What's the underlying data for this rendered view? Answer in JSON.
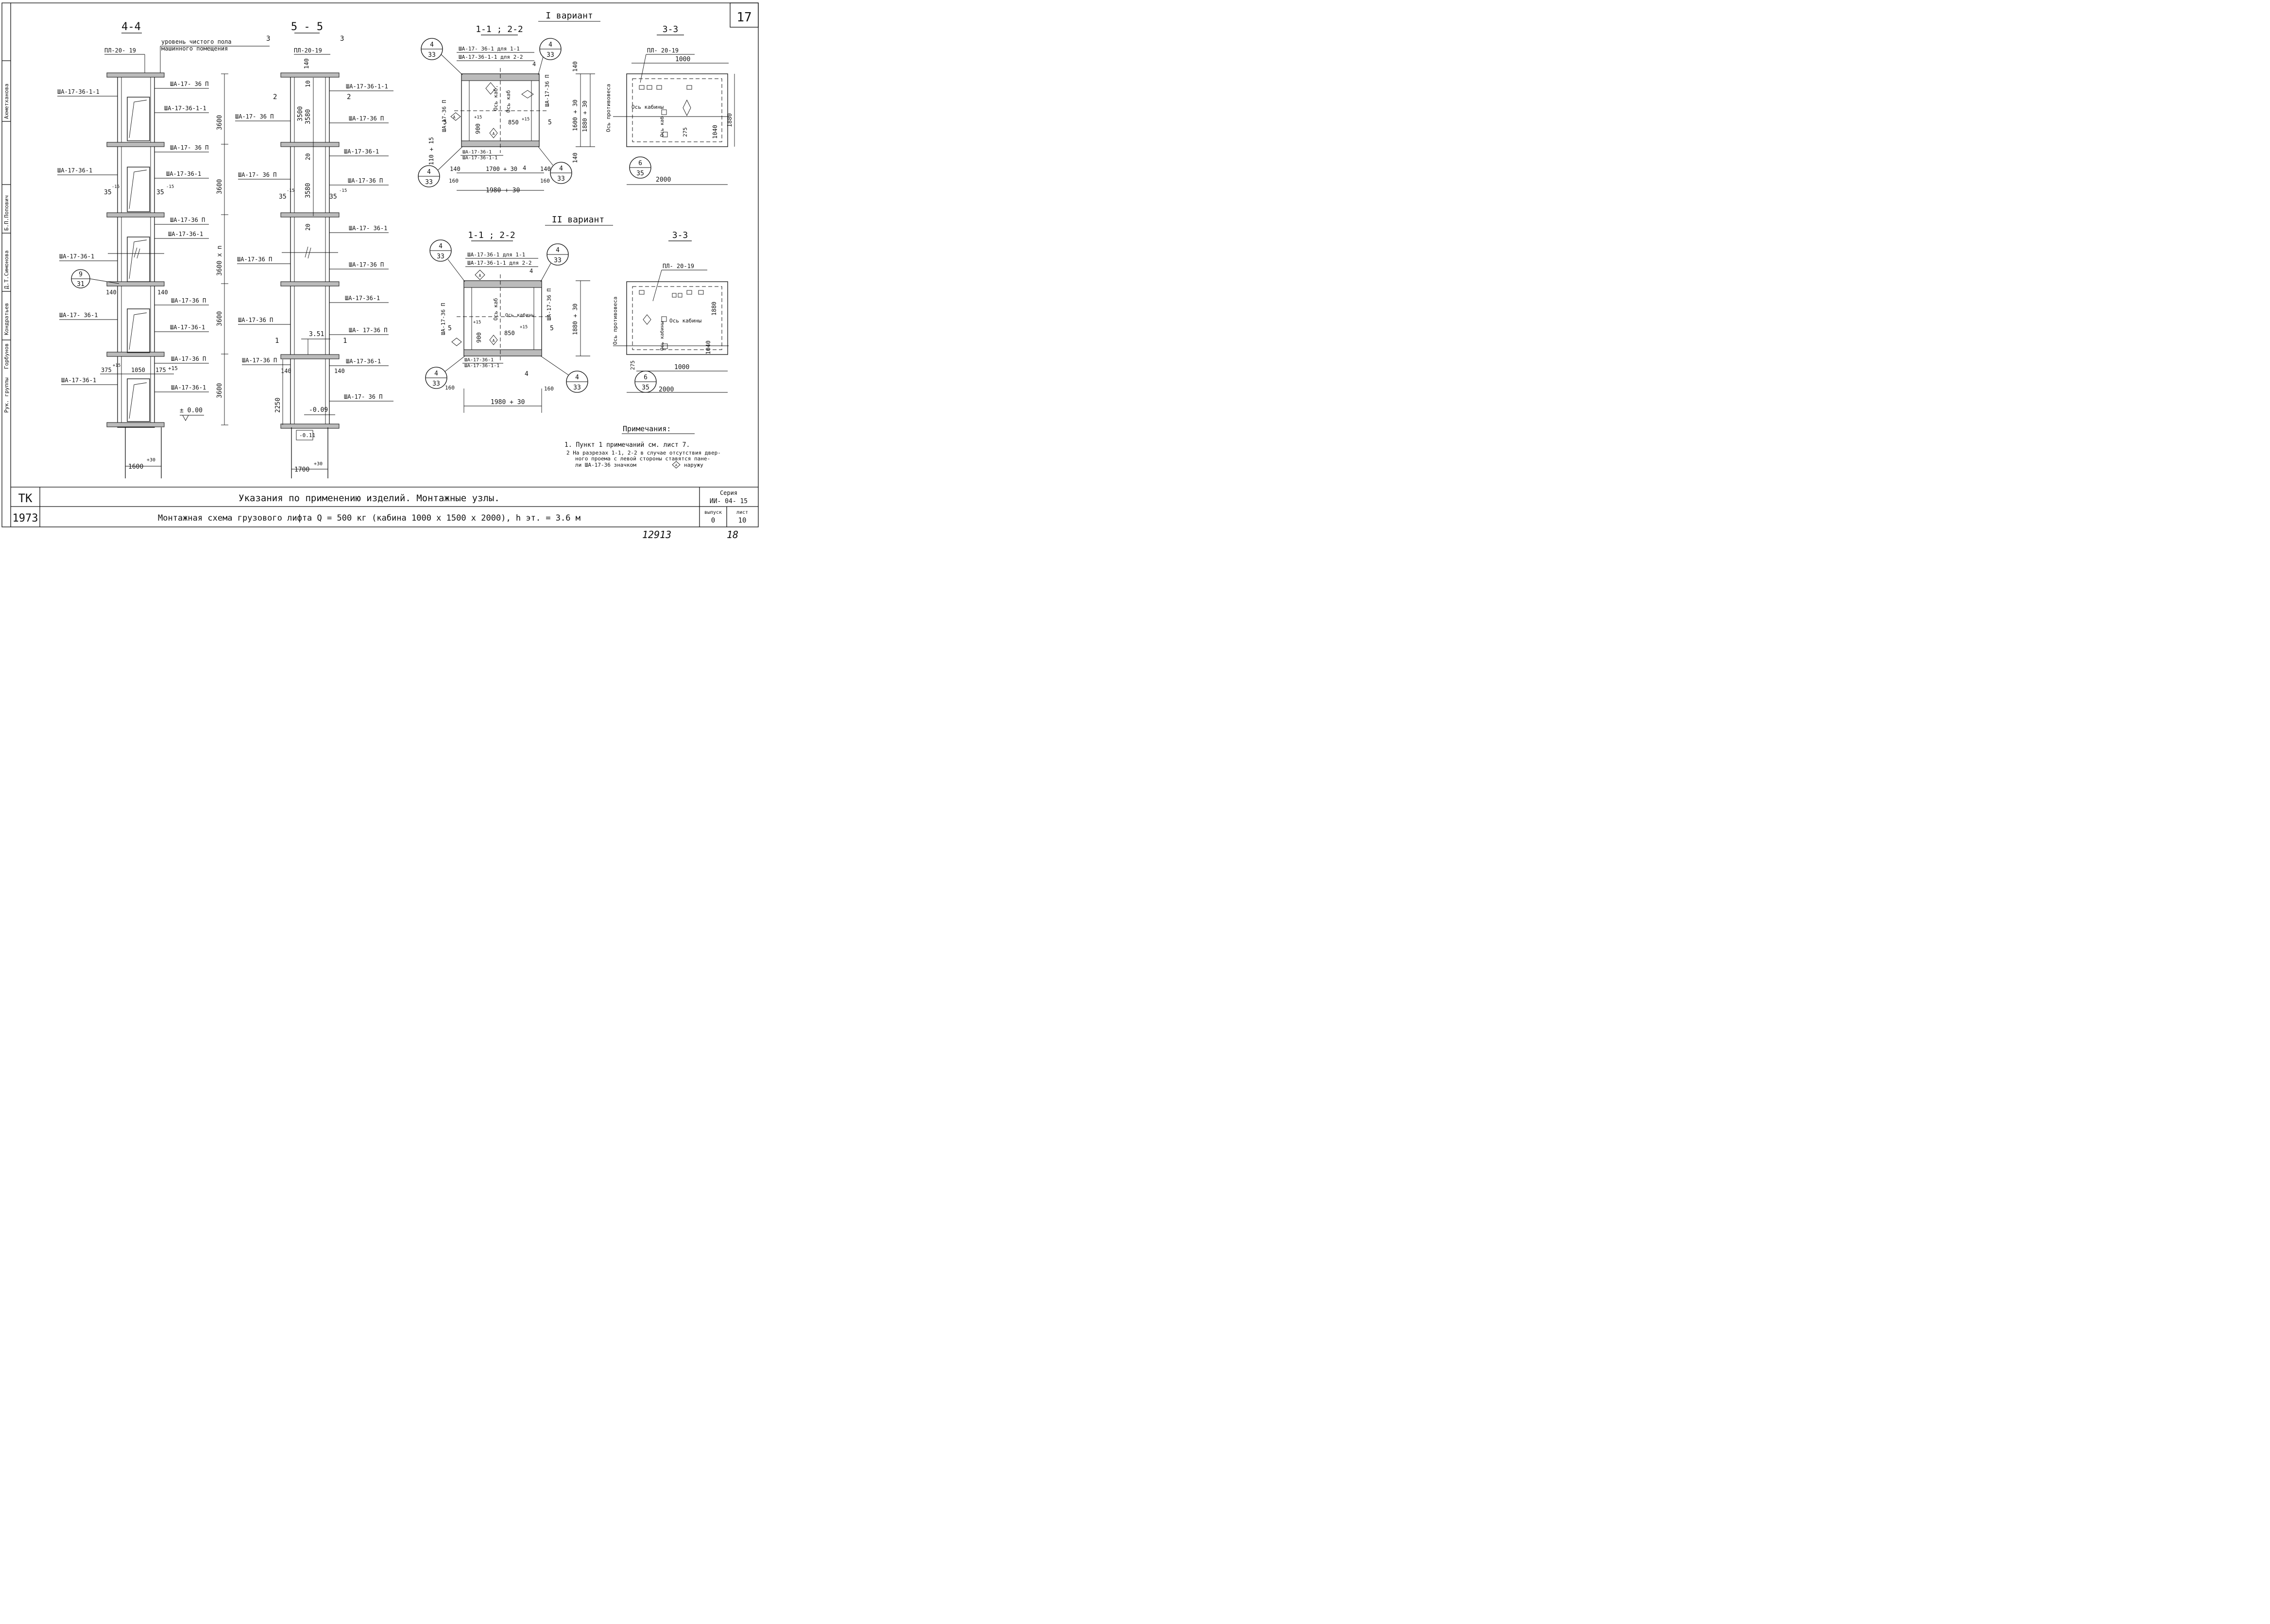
{
  "sheet": {
    "sheet_number": "17",
    "archive_number": "12913",
    "page_number": "18"
  },
  "stamp": {
    "roles": [
      {
        "role": "Рук. группы",
        "name": "Горбунов"
      },
      {
        "role": "",
        "name": "Кондратьев"
      },
      {
        "role": "",
        "name": "Д.Т.Симонова"
      },
      {
        "role": "",
        "name": "Б.П.Попович"
      },
      {
        "role": "",
        "name": "Ахметханова"
      }
    ],
    "org": "ТК",
    "year": "1973",
    "title_line1": "Указания по применению изделий. Монтажные узлы.",
    "title_line2": "Монтажная схема грузового лифта Q = 500 кг (кабина 1000 x 1500 x 2000), h эт. = 3.6 м",
    "series_label": "Серия",
    "series_value": "ИИ- 04- 15",
    "issue_label": "выпуск",
    "issue_value": "0",
    "list_label": "лист",
    "list_value": "10"
  },
  "section44": {
    "title": "4-4",
    "floor_note_line1": "уровень чистого пола",
    "floor_note_line2": "машинного помещения",
    "cut_mark": "3",
    "top_slab": "ПЛ-20- 19",
    "left_labels": [
      "ША-17-36-1-1",
      "ША-17-36-1",
      "ША-17-36-1",
      "ША-17- 36-1",
      "ША-17-36-1"
    ],
    "right_labels": [
      "ША-17- 36 П",
      "ША-17-36-1-1",
      "ША-17- 36 П",
      "ША-17-36-1",
      "ША-17-36 П",
      "ША-17-36-1",
      "ША-17-36 П",
      "ША-17-36-1",
      "ША-17-36 П",
      "ША-17-36-1"
    ],
    "heights": [
      "3600",
      "3600",
      "3600 x n",
      "3600",
      "3600"
    ],
    "dim_35a": "35",
    "dim_35b": "35",
    "tol_15": "-15",
    "callout_9_top": "9",
    "callout_9_bot": "31",
    "dim_140a": "140",
    "dim_140b": "140",
    "dim_375": "375",
    "dim_1050": "1050",
    "dim_175": "175",
    "tol_plus15": "+15",
    "zero_level": "± 0.00",
    "width": "1600",
    "tol_plus30": "+30"
  },
  "section55": {
    "title": "5 - 5",
    "cut_mark": "3",
    "top_slab": "ПЛ-20-19",
    "dim_140": "140",
    "dim_10": "10",
    "dim_3500": "3500",
    "dim_3580": "3580",
    "dim_20a": "20",
    "dim_3580b": "3580",
    "dim_20b": "20",
    "dim_2250": "2250",
    "cut2": "2",
    "cut1": "1",
    "left_labels": [
      "ША-17- 36 П",
      "ША-17- 36 П",
      "ША-17-36 П",
      "ША-17-36 П",
      "ША-17-36 П"
    ],
    "right_labels": [
      "ША-17-36-1-1",
      "ША-17-36 П",
      "ША-17-36-1",
      "ША-17-36 П",
      "ША-17- 36-1",
      "ША-17-36 П",
      "ША-17-36-1",
      "ША- 17-36 П",
      "ША-17-36-1",
      "ША-17- 36 П"
    ],
    "dim_35a": "35",
    "dim_35b": "35",
    "tol_15": "-15",
    "level_351": "3.51",
    "dim_140a": "140",
    "dim_140b": "140",
    "level_m009": "-0.09",
    "level_m011": "-0.11",
    "width": "1700",
    "tol_plus30": "+30"
  },
  "variant1": {
    "title": "I вариант",
    "plan_title": "1-1 ; 2-2",
    "section_title": "3-3",
    "note_line1": "ША-17- 36-1 для 1-1",
    "note_line2": "ША-17-36-1-1 для 2-2",
    "top_slab": "ПЛ- 20-19",
    "dim_1000": "1000",
    "axis_counterweight": "Ось противовеса",
    "axis_cabin": "Ось кабины",
    "axis_cab_short": "Ось каб.",
    "axis_cab_short2": "Ось каб",
    "axis_cab_short3": "Ось каб",
    "panel_left": "ША-17-36 П",
    "panel_right": "ША-17-36 П",
    "panel_bottom1": "ША-17-36-1",
    "panel_bottom2": "ША-17-36-1-1",
    "dim_900": "900",
    "dim_850": "850",
    "tol_15": "+15",
    "dim_1600": "1600 + 30",
    "dim_1880": "1880 + 30",
    "dim_140a": "140",
    "dim_140b": "140",
    "dim_140c": "140",
    "dim_140d": "140",
    "dim_110": "110 + 15",
    "dim_1700": "1700 + 30",
    "dim_160a": "160",
    "dim_160b": "160",
    "dim_1980": "1980 + 30",
    "dim_275": "275",
    "dim_1040": "1040",
    "dim_1880s": "1880",
    "dim_2000": "2000",
    "callout_4": "4",
    "callout_33": "33",
    "callout_6": "6",
    "callout_35": "35",
    "cut4": "4",
    "cut5": "5",
    "marker_a": "А"
  },
  "variant2": {
    "title": "II вариант",
    "plan_title": "1-1 ; 2-2",
    "section_title": "3-3",
    "note_line1": "ША-17-36-1 для 1-1",
    "note_line2": "ША-17-36-1-1 для 2-2",
    "top_slab": "ПЛ- 20-19",
    "axis_counterweight": "Ось противовеса",
    "axis_cabin": "Ось кабины",
    "axis_cab_short": "Ось каб",
    "axis_cab_short2": "Ось кабины",
    "axis_cab_short3": "Ось кабины",
    "panel_left": "ША-17-36 П",
    "panel_right": "ША-17-36 П",
    "panel_bottom1": "ША-17-36-1",
    "panel_bottom2": "ША-17-36-1-1",
    "dim_900": "900",
    "dim_850": "850",
    "tol_15": "+15",
    "dim_1880": "1880 + 30",
    "dim_1980": "1980 + 30",
    "dim_160a": "160",
    "dim_160b": "160",
    "dim_1880s": "1880",
    "dim_1040": "1040",
    "dim_275": "275",
    "dim_1000": "1000",
    "dim_2000": "2000",
    "callout_4": "4",
    "callout_33": "33",
    "callout_6": "6",
    "callout_35": "35",
    "cut4": "4",
    "cut5": "5",
    "marker_a": "А"
  },
  "notes": {
    "title": "Примечания:",
    "item1": "1. Пункт 1 примечаний см. лист 7.",
    "item2_line1": "2  На разрезах 1-1, 2-2 в случае отсутствия двер-",
    "item2_line2": "ного проема с левой стороны ставятся пане-",
    "item2_line3": "ли ША-17-36 значком",
    "item2_line4": "наружу",
    "marker": "А"
  }
}
